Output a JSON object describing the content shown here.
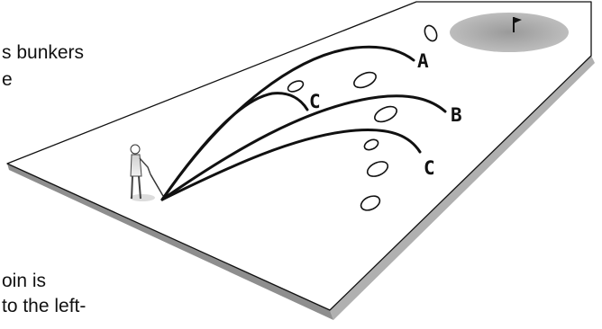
{
  "text_fragments": [
    "s bunkers",
    "e",
    "oin is",
    "to the left-"
  ],
  "shot_labels": {
    "a": "A",
    "b": "B",
    "c_near": "C",
    "c_far": "C"
  },
  "colors": {
    "ink": "#111111",
    "fairway_fill": "#ffffff",
    "fairway_edge": "#9a9a9a",
    "green": "#a8a8a8"
  },
  "icons": {
    "flag": "flag-icon",
    "golfer": "golfer-figure"
  }
}
